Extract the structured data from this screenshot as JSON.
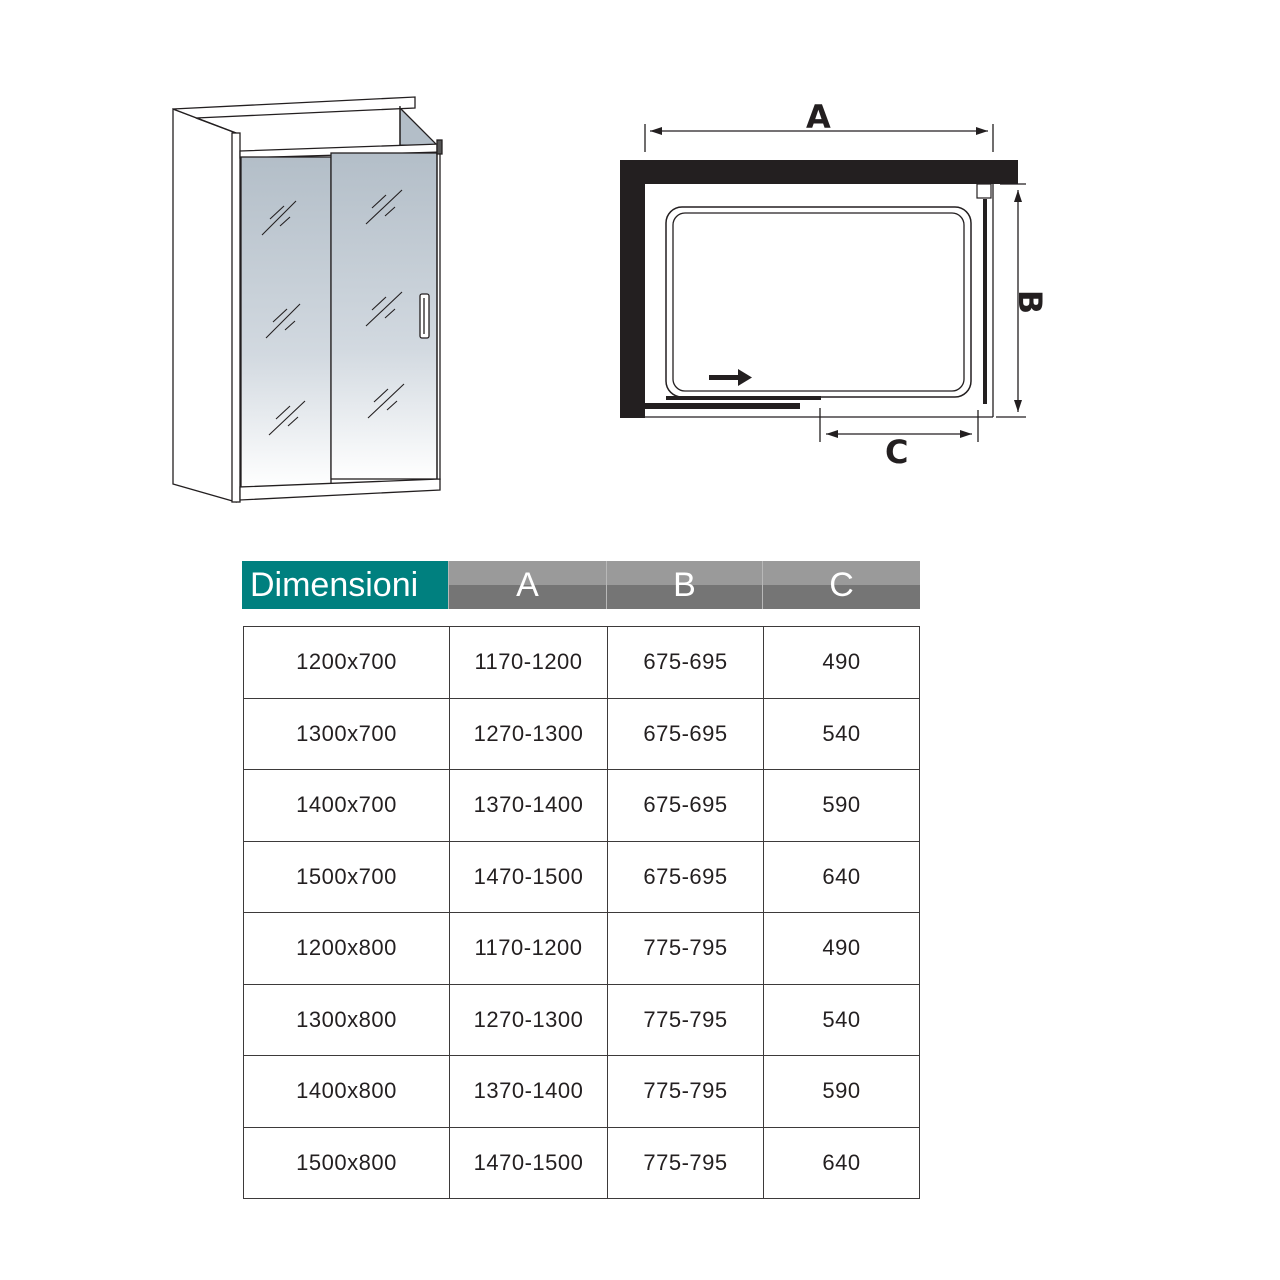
{
  "figure": {
    "product_illustration": "sliding-shower-door-enclosure",
    "plan_labels": {
      "a": "A",
      "b": "B",
      "c": "C"
    }
  },
  "table": {
    "headers": [
      "Dimensioni",
      "A",
      "B",
      "C"
    ],
    "header_colors": {
      "title_bg": "#00807f",
      "column_bg_top": "#9a9a9a",
      "column_bg_bottom": "#757575"
    },
    "rows": [
      [
        "1200x700",
        "1170-1200",
        "675-695",
        "490"
      ],
      [
        "1300x700",
        "1270-1300",
        "675-695",
        "540"
      ],
      [
        "1400x700",
        "1370-1400",
        "675-695",
        "590"
      ],
      [
        "1500x700",
        "1470-1500",
        "675-695",
        "640"
      ],
      [
        "1200x800",
        "1170-1200",
        "775-795",
        "490"
      ],
      [
        "1300x800",
        "1270-1300",
        "775-795",
        "540"
      ],
      [
        "1400x800",
        "1370-1400",
        "775-795",
        "590"
      ],
      [
        "1500x800",
        "1470-1500",
        "775-795",
        "640"
      ]
    ]
  }
}
